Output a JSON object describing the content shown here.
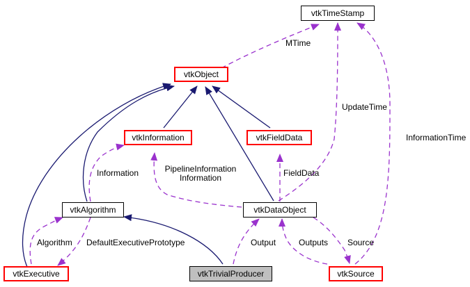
{
  "colors": {
    "inheritance": "#191970",
    "usage": "#9a32cd",
    "incomplete_border": "#ff0000",
    "focus_fill": "#bfbfbf"
  },
  "nodes": {
    "timestamp": "vtkTimeStamp",
    "object": "vtkObject",
    "information": "vtkInformation",
    "fielddata": "vtkFieldData",
    "algorithm": "vtkAlgorithm",
    "dataobject": "vtkDataObject",
    "executive": "vtkExecutive",
    "trivialproducer": "vtkTrivialProducer",
    "source": "vtkSource"
  },
  "edge_labels": {
    "mtime": "MTime",
    "updatetime": "UpdateTime",
    "informationtime": "InformationTime",
    "information": "Information",
    "pipelineinformation": "PipelineInformation",
    "pipelineinformation2": "Information",
    "fielddata": "FieldData",
    "algorithm": "Algorithm",
    "defaultexecutive": "DefaultExecutivePrototype",
    "output": "Output",
    "outputs": "Outputs",
    "source": "Source"
  }
}
